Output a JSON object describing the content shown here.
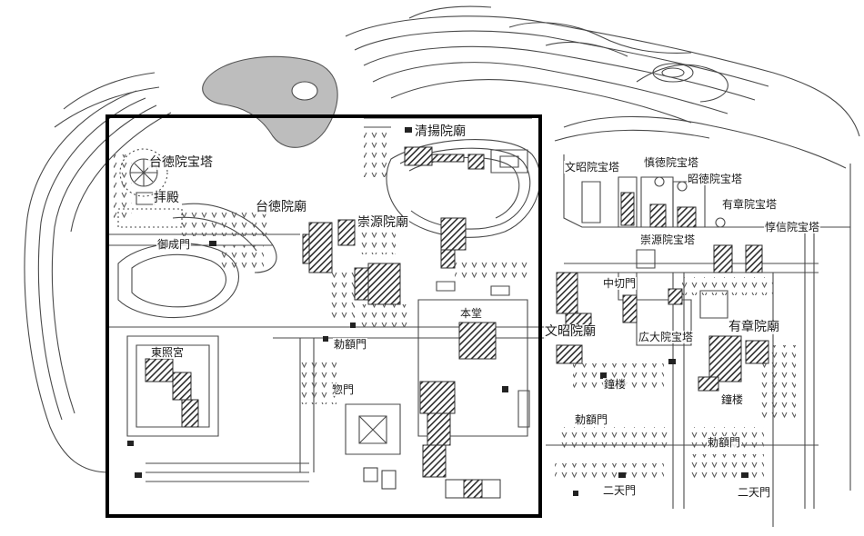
{
  "colors": {
    "background": "#ffffff",
    "line": "#4a4a4a",
    "building_hatch": "#333333",
    "pond": "#bdbdbd",
    "frame": "#000000"
  },
  "labels": {
    "taiyuin_pagoda": "台徳院宝塔",
    "haiden": "拝殿",
    "taiyuin_mausoleum": "台徳院廟",
    "seiyoin_mausoleum": "清揚院廟",
    "sugenin_mausoleum": "崇源院廟",
    "onari_gate": "御成門",
    "toshogu": "東照宮",
    "chokugaku_gate_left": "勅額門",
    "somon_gate": "惣門",
    "main_hall": "本堂",
    "bunshoin_pagoda": "文昭院宝塔",
    "shintokuin_pagoda": "慎徳院宝塔",
    "shotokuin_pagoda": "昭徳院宝塔",
    "yushoin_pagoda_top": "有章院宝塔",
    "tokuin_pagoda": "惇信院宝塔",
    "sugenin_pagoda": "崇源院宝塔",
    "chugiri_gate": "中切門",
    "bunshoin_mausoleum": "文昭院廟",
    "kodaiin_pagoda": "広大院宝塔",
    "yushoin_mausoleum": "有章院廟",
    "shoro_left": "鐘楼",
    "shoro_right": "鐘楼",
    "chokugaku_gate_middle": "勅額門",
    "chokugaku_gate_right": "勅額門",
    "niten_gate_left": "二天門",
    "niten_gate_right": "二天門"
  }
}
